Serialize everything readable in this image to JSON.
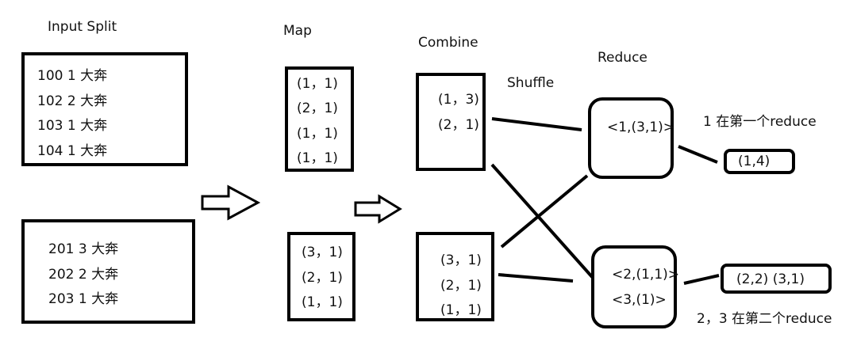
{
  "stages": {
    "input_split": "Input Split",
    "map": "Map",
    "combine": "Combine",
    "shuffle": "Shuffle",
    "reduce": "Reduce"
  },
  "input_split": {
    "split1": [
      "100 1 大奔",
      "102 2 大奔",
      "103 1 大奔",
      "104 1 大奔"
    ],
    "split2": [
      "201 3 大奔",
      "202 2 大奔",
      "203 1 大奔"
    ]
  },
  "map": {
    "out1": [
      "(1，1)",
      "(2，1)",
      "(1，1)",
      "(1，1)"
    ],
    "out2": [
      "(3，1)",
      "(2，1)",
      "(1，1)"
    ]
  },
  "combine": {
    "out1": [
      "(1，3)",
      "(2，1)"
    ],
    "out2": [
      "(3，1)",
      "(2，1)",
      "(1，1)"
    ]
  },
  "reduce": {
    "r1": [
      "<1,(3,1)>"
    ],
    "r2": [
      "<2,(1,1)>",
      "<3,(1)>"
    ]
  },
  "results": {
    "r1_output": "(1,4)",
    "r2_output": "(2,2) (3,1)",
    "r1_note": "1 在第一个reduce",
    "r2_note": "2，3 在第二个reduce"
  }
}
